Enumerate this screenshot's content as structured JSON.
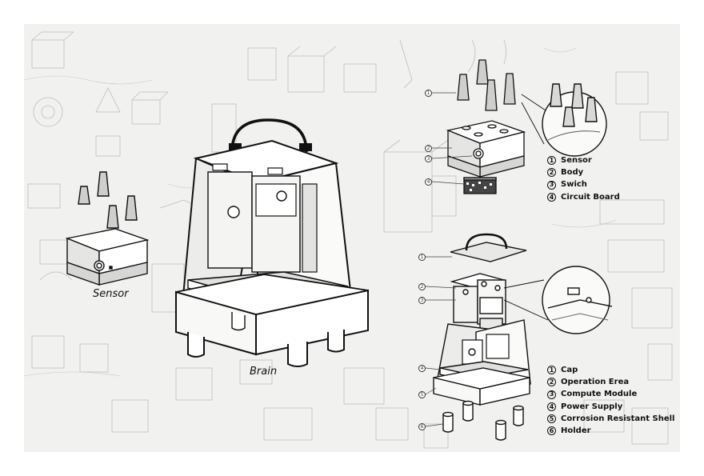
{
  "captions": {
    "sensor": "Sensor",
    "brain": "Brain"
  },
  "sensor_legend": [
    {
      "num": "1",
      "label": "Sensor"
    },
    {
      "num": "2",
      "label": "Body"
    },
    {
      "num": "3",
      "label": "Swich"
    },
    {
      "num": "4",
      "label": "Circuit Board"
    }
  ],
  "brain_legend": [
    {
      "num": "1",
      "label": "Cap"
    },
    {
      "num": "2",
      "label": "Operation Erea"
    },
    {
      "num": "3",
      "label": "Compute Module"
    },
    {
      "num": "4",
      "label": "Power Supply"
    },
    {
      "num": "5",
      "label": "Corrosion Resistant Shell"
    },
    {
      "num": "6",
      "label": "Holder"
    }
  ],
  "sensor_callouts": [
    "1",
    "2",
    "3",
    "4"
  ],
  "brain_callouts": [
    "1",
    "2",
    "3",
    "4",
    "5",
    "6"
  ],
  "colors": {
    "background": "#f1f1ef",
    "line": "#111111",
    "sketch": "#b9b9b6",
    "fill_light": "#ffffff",
    "fill_mid": "#d8d8d6"
  }
}
